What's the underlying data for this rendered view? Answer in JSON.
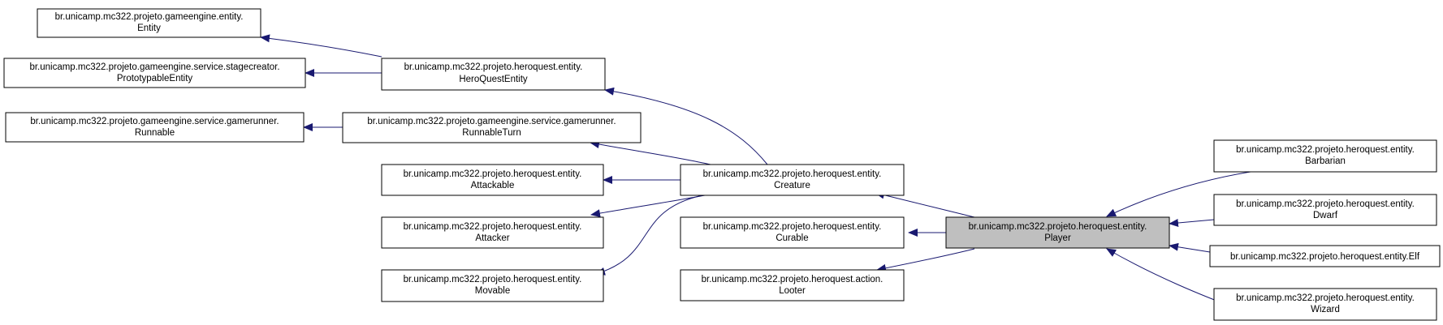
{
  "nodes": {
    "entity": {
      "line1": "br.unicamp.mc322.projeto.gameengine.entity.",
      "line2": "Entity"
    },
    "prototypable": {
      "line1": "br.unicamp.mc322.projeto.gameengine.service.stagecreator.",
      "line2": "PrototypableEntity"
    },
    "runnable": {
      "line1": "br.unicamp.mc322.projeto.gameengine.service.gamerunner.",
      "line2": "Runnable"
    },
    "heroquest_entity": {
      "line1": "br.unicamp.mc322.projeto.heroquest.entity.",
      "line2": "HeroQuestEntity"
    },
    "runnable_turn": {
      "line1": "br.unicamp.mc322.projeto.gameengine.service.gamerunner.",
      "line2": "RunnableTurn"
    },
    "attackable": {
      "line1": "br.unicamp.mc322.projeto.heroquest.entity.",
      "line2": "Attackable"
    },
    "attacker": {
      "line1": "br.unicamp.mc322.projeto.heroquest.entity.",
      "line2": "Attacker"
    },
    "movable": {
      "line1": "br.unicamp.mc322.projeto.heroquest.entity.",
      "line2": "Movable"
    },
    "creature": {
      "line1": "br.unicamp.mc322.projeto.heroquest.entity.",
      "line2": "Creature"
    },
    "curable": {
      "line1": "br.unicamp.mc322.projeto.heroquest.entity.",
      "line2": "Curable"
    },
    "looter": {
      "line1": "br.unicamp.mc322.projeto.heroquest.action.",
      "line2": "Looter"
    },
    "player": {
      "line1": "br.unicamp.mc322.projeto.heroquest.entity.",
      "line2": "Player"
    },
    "barbarian": {
      "line1": "br.unicamp.mc322.projeto.heroquest.entity.",
      "line2": "Barbarian"
    },
    "dwarf": {
      "line1": "br.unicamp.mc322.projeto.heroquest.entity.",
      "line2": "Dwarf"
    },
    "elf": {
      "line1": "br.unicamp.mc322.projeto.heroquest.entity.Elf"
    },
    "wizard": {
      "line1": "br.unicamp.mc322.projeto.heroquest.entity.",
      "line2": "Wizard"
    }
  },
  "edges": [
    {
      "from": "heroquest_entity",
      "to": "entity"
    },
    {
      "from": "heroquest_entity",
      "to": "prototypable"
    },
    {
      "from": "runnable_turn",
      "to": "runnable"
    },
    {
      "from": "creature",
      "to": "heroquest_entity"
    },
    {
      "from": "creature",
      "to": "runnable_turn"
    },
    {
      "from": "creature",
      "to": "attackable"
    },
    {
      "from": "creature",
      "to": "attacker"
    },
    {
      "from": "creature",
      "to": "movable"
    },
    {
      "from": "player",
      "to": "creature"
    },
    {
      "from": "player",
      "to": "curable"
    },
    {
      "from": "player",
      "to": "looter"
    },
    {
      "from": "barbarian",
      "to": "player"
    },
    {
      "from": "dwarf",
      "to": "player"
    },
    {
      "from": "elf",
      "to": "player"
    },
    {
      "from": "wizard",
      "to": "player"
    }
  ],
  "colors": {
    "edge": "#191970",
    "focus_fill": "#bfbfbf",
    "node_fill": "#ffffff",
    "node_stroke": "#000000"
  }
}
